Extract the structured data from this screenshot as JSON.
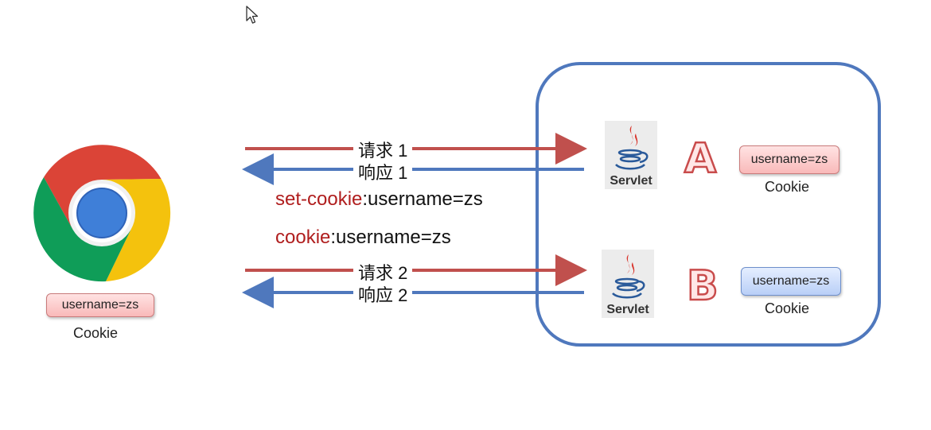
{
  "client": {
    "cookie_value": "username=zs",
    "cookie_caption": "Cookie"
  },
  "flow": {
    "request1": "请求 1",
    "response1": "响应 1",
    "set_cookie_key": "set-cookie",
    "set_cookie_value": ":username=zs",
    "cookie_key": "cookie",
    "cookie_value": ":username=zs",
    "request2": "请求 2",
    "response2": "响应 2"
  },
  "server": {
    "servlet_a": {
      "icon_text": "Servlet",
      "letter": "A",
      "cookie_value": "username=zs",
      "cookie_caption": "Cookie"
    },
    "servlet_b": {
      "icon_text": "Servlet",
      "letter": "B",
      "cookie_value": "username=zs",
      "cookie_caption": "Cookie"
    }
  },
  "colors": {
    "request_arrow": "#c0504d",
    "response_arrow": "#4f78bd",
    "server_border": "#4f78bd",
    "highlight_text": "#b01e1e"
  }
}
